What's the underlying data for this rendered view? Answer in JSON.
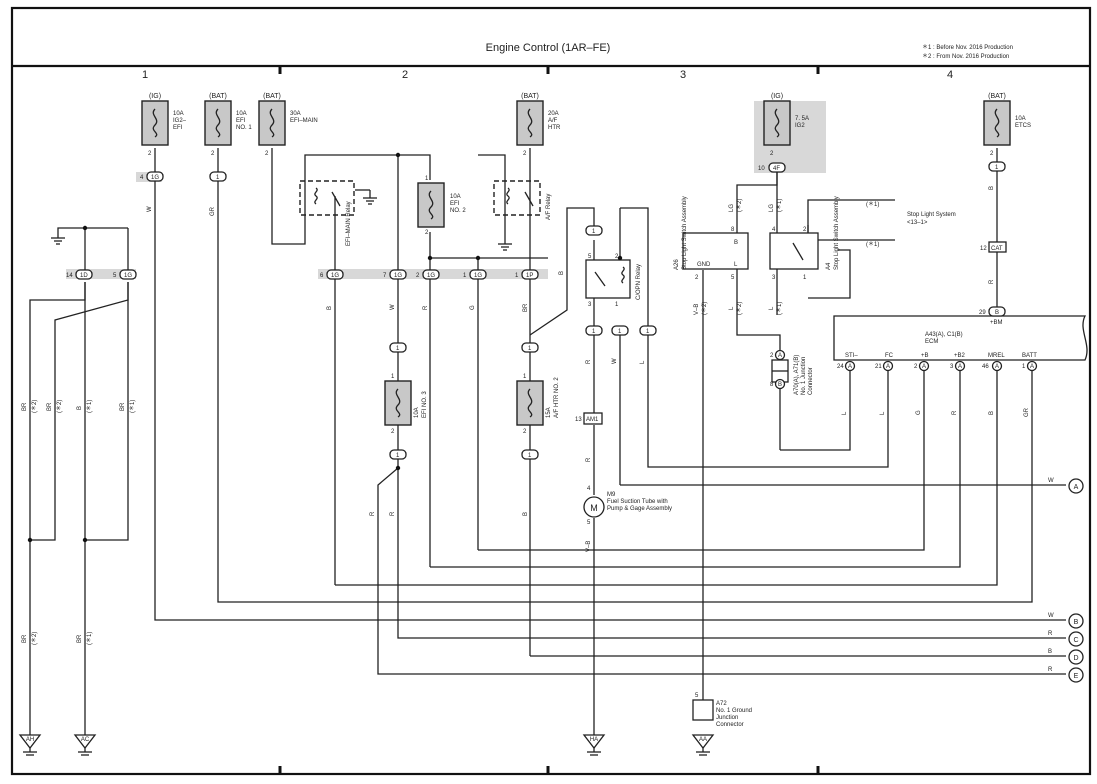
{
  "header": {
    "title": "Engine Control (1AR–FE)",
    "note1": "＊1 : Before Nov. 2016 Production",
    "note2": "＊2 : From Nov. 2016 Production"
  },
  "columns": [
    "1",
    "2",
    "3",
    "4"
  ],
  "fuses": [
    {
      "source": "(IG)",
      "line1": "10A",
      "line2": "IG2–",
      "line3": "EFI"
    },
    {
      "source": "(BAT)",
      "line1": "10A",
      "line2": "EFI",
      "line3": "NO. 1"
    },
    {
      "source": "(BAT)",
      "line1": "30A",
      "line2": "EFI–MAIN",
      "line3": ""
    },
    {
      "source": "(BAT)",
      "line1": "20A",
      "line2": "A/F",
      "line3": "HTR"
    },
    {
      "source": "(IG)",
      "line1": "7. 5A",
      "line2": "IG2",
      "line3": ""
    },
    {
      "source": "(BAT)",
      "line1": "10A",
      "line2": "ETCS",
      "line3": ""
    },
    {
      "source": "",
      "line1": "10A",
      "line2": "EFI",
      "line3": "NO. 2"
    },
    {
      "source": "",
      "line1": "10A",
      "line2": "EFI NO. 3",
      "line3": ""
    },
    {
      "source": "",
      "line1": "15A",
      "line2": "A/F HTR NO. 2",
      "line3": ""
    }
  ],
  "relays": {
    "efi_main": "EFI–MAIN Relay",
    "af": "A/F Relay",
    "copn": "C/OPN Relay"
  },
  "components": {
    "a26_id": "A26",
    "a26_name": "Stop Light Switch Assembly",
    "a26_gnd": "GND",
    "a26_b": "B",
    "a26_l": "L",
    "a4_id": "A4",
    "a4_name": "Stop Light Switch Assembly",
    "stop_light_system": "Stop Light System",
    "stop_light_ref": "<13–1>",
    "ecm_id": "A43(A), C1(B)",
    "ecm_name": "ECM",
    "ecm_bm": "+BM",
    "jc_id": "A70(A), A71(B)",
    "jc_name1": "No. 1 Junction",
    "jc_name2": "Connector",
    "m9_id": "M9",
    "m9_name1": "Fuel Suction Tube with",
    "m9_name2": "Pump & Gage Assembly",
    "m9_symbol": "M",
    "a72_id": "A72",
    "a72_name1": "No. 1 Ground",
    "a72_name2": "Junction",
    "a72_name3": "Connector",
    "am1": "AM1",
    "cat": "CAT"
  },
  "ecm_pins": [
    {
      "name": "STI–",
      "num": "24",
      "c": "A"
    },
    {
      "name": "FC",
      "num": "21",
      "c": "A"
    },
    {
      "name": "+B",
      "num": "2",
      "c": "A"
    },
    {
      "name": "+B2",
      "num": "3",
      "c": "A"
    },
    {
      "name": "MREL",
      "num": "46",
      "c": "A"
    },
    {
      "name": "BATT",
      "num": "1",
      "c": "A"
    }
  ],
  "connectors": {
    "c1d": "1D",
    "c1g": "1G",
    "c1p": "1P",
    "c4f": "4F",
    "c1": "1"
  },
  "pins": {
    "p1": "1",
    "p2": "2",
    "p3": "3",
    "p4": "4",
    "p5": "5",
    "p6": "6",
    "p7": "7",
    "p8": "8",
    "p10": "10",
    "p12": "12",
    "p13": "13",
    "p14": "14",
    "p29": "29"
  },
  "wires": {
    "W": "W",
    "GR": "GR",
    "B": "B",
    "R": "R",
    "G": "G",
    "BR": "BR",
    "LG": "LG",
    "L": "L",
    "VB": "V–B",
    "n1": "(＊1)",
    "n2": "(＊2)"
  },
  "grounds": [
    "AH",
    "AC",
    "HA",
    "AA"
  ],
  "offpage": [
    "A",
    "B",
    "C",
    "D",
    "E"
  ],
  "ecm_ab": "A"
}
